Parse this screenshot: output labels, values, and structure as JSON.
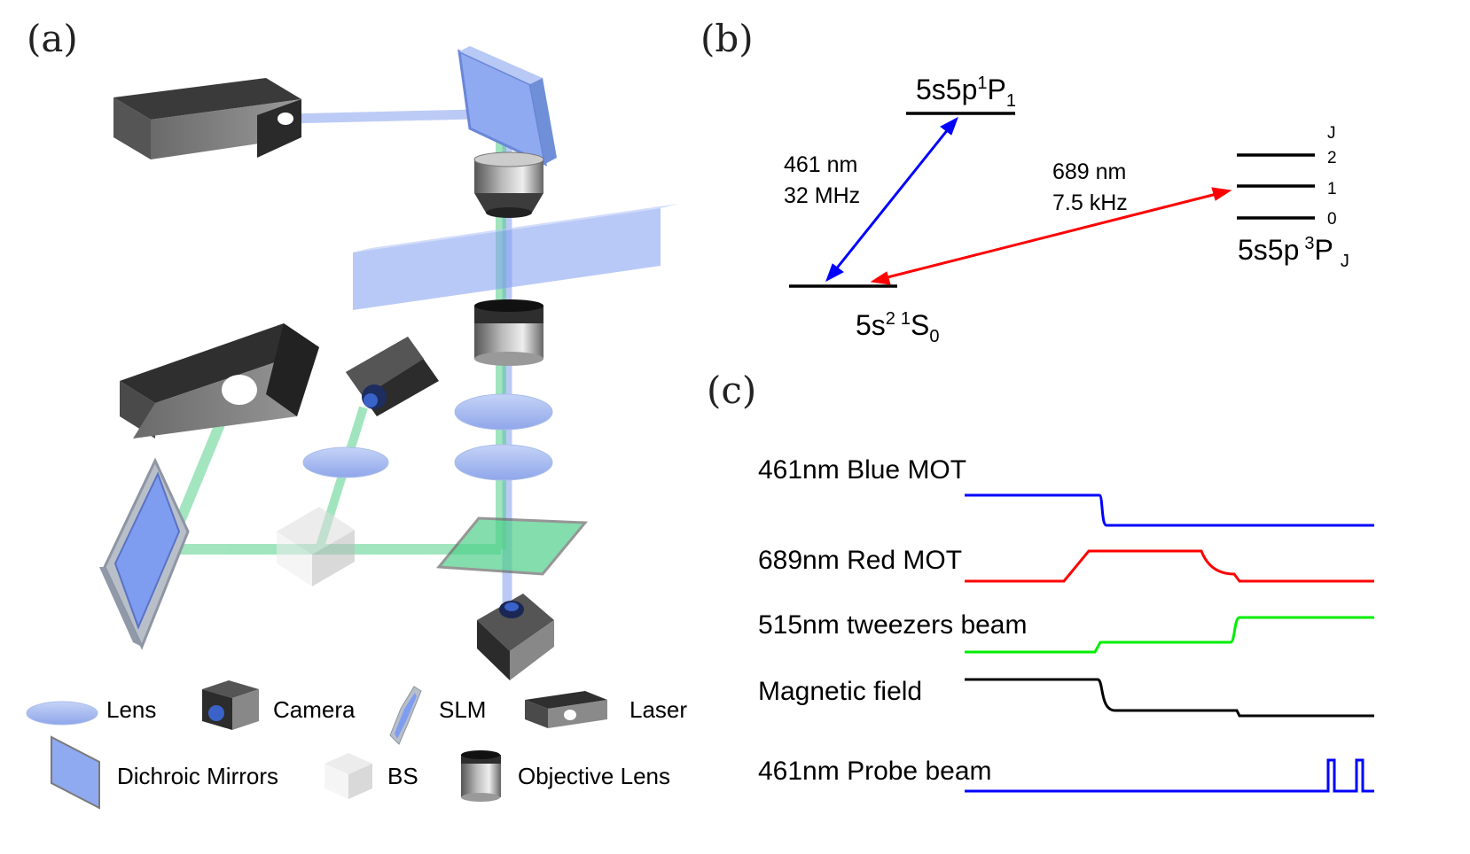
{
  "panels": {
    "a": "(a)",
    "b": "(b)",
    "c": "(c)"
  },
  "levels": {
    "p1": {
      "main": "5s5p",
      "sup": "1",
      "sym": "P",
      "sub": "1"
    },
    "s0": {
      "main": "5s",
      "sup2": "2",
      "sup": "1",
      "sym": "S",
      "sub": "0"
    },
    "p3": {
      "main": "5s5p",
      "sup": "3",
      "sym": "P",
      "sub": "J"
    },
    "j_header": "J",
    "j_values": [
      "2",
      "1",
      "0"
    ]
  },
  "transitions": {
    "blue": {
      "wavelength": "461 nm",
      "linewidth": "32 MHz",
      "color": "#0000ff"
    },
    "red": {
      "wavelength": "689 nm",
      "linewidth": "7.5 kHz",
      "color": "#ff0000"
    }
  },
  "timing": {
    "signals": [
      {
        "label": "461nm Blue MOT",
        "color": "#0000ff"
      },
      {
        "label": "689nm Red MOT",
        "color": "#ff0000"
      },
      {
        "label": "515nm tweezers beam",
        "color": "#00ee00"
      },
      {
        "label": "Magnetic field",
        "color": "#000000"
      },
      {
        "label": "461nm Probe beam",
        "color": "#0000ff"
      }
    ]
  },
  "legend": {
    "lens": "Lens",
    "camera": "Camera",
    "slm": "SLM",
    "laser": "Laser",
    "dichroic": "Dichroic Mirrors",
    "bs": "BS",
    "objective": "Objective Lens"
  },
  "colors": {
    "blue_beam": "#8fa8f0",
    "green_beam": "#6fd69a",
    "optic_blue": "#7f9df0"
  }
}
